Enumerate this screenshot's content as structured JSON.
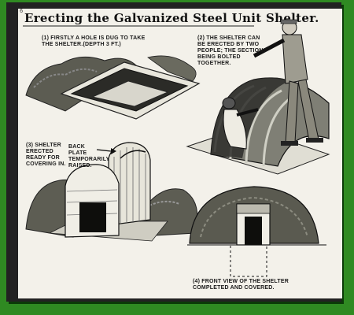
{
  "page_number": "6",
  "title": "Erecting the Galvanized Steel Unit Shelter.",
  "captions": {
    "step1": "(1) FIRSTLY A HOLE IS DUG TO TAKE\nTHE SHELTER.(DEPTH 3 FT.)",
    "step2": "(2) THE SHELTER CAN\nBE ERECTED BY TWO\nPEOPLE; THE SECTIONS\nBEING BOLTED\nTOGETHER.",
    "step3": "(3) SHELTER\nERECTED\nREADY FOR\nCOVERING IN.",
    "back_plate": "BACK\nPLATE\nTEMPORARILY\nRAISED.",
    "step4": "(4) FRONT VIEW OF THE SHELTER\nCOMPLETED AND COVERED."
  },
  "colors": {
    "background": "#2f8a22",
    "frame": "#222222",
    "paper": "#f3f1ea",
    "ink": "#1a1a1a"
  },
  "icons": {
    "arrow": "right-arrow-icon"
  }
}
